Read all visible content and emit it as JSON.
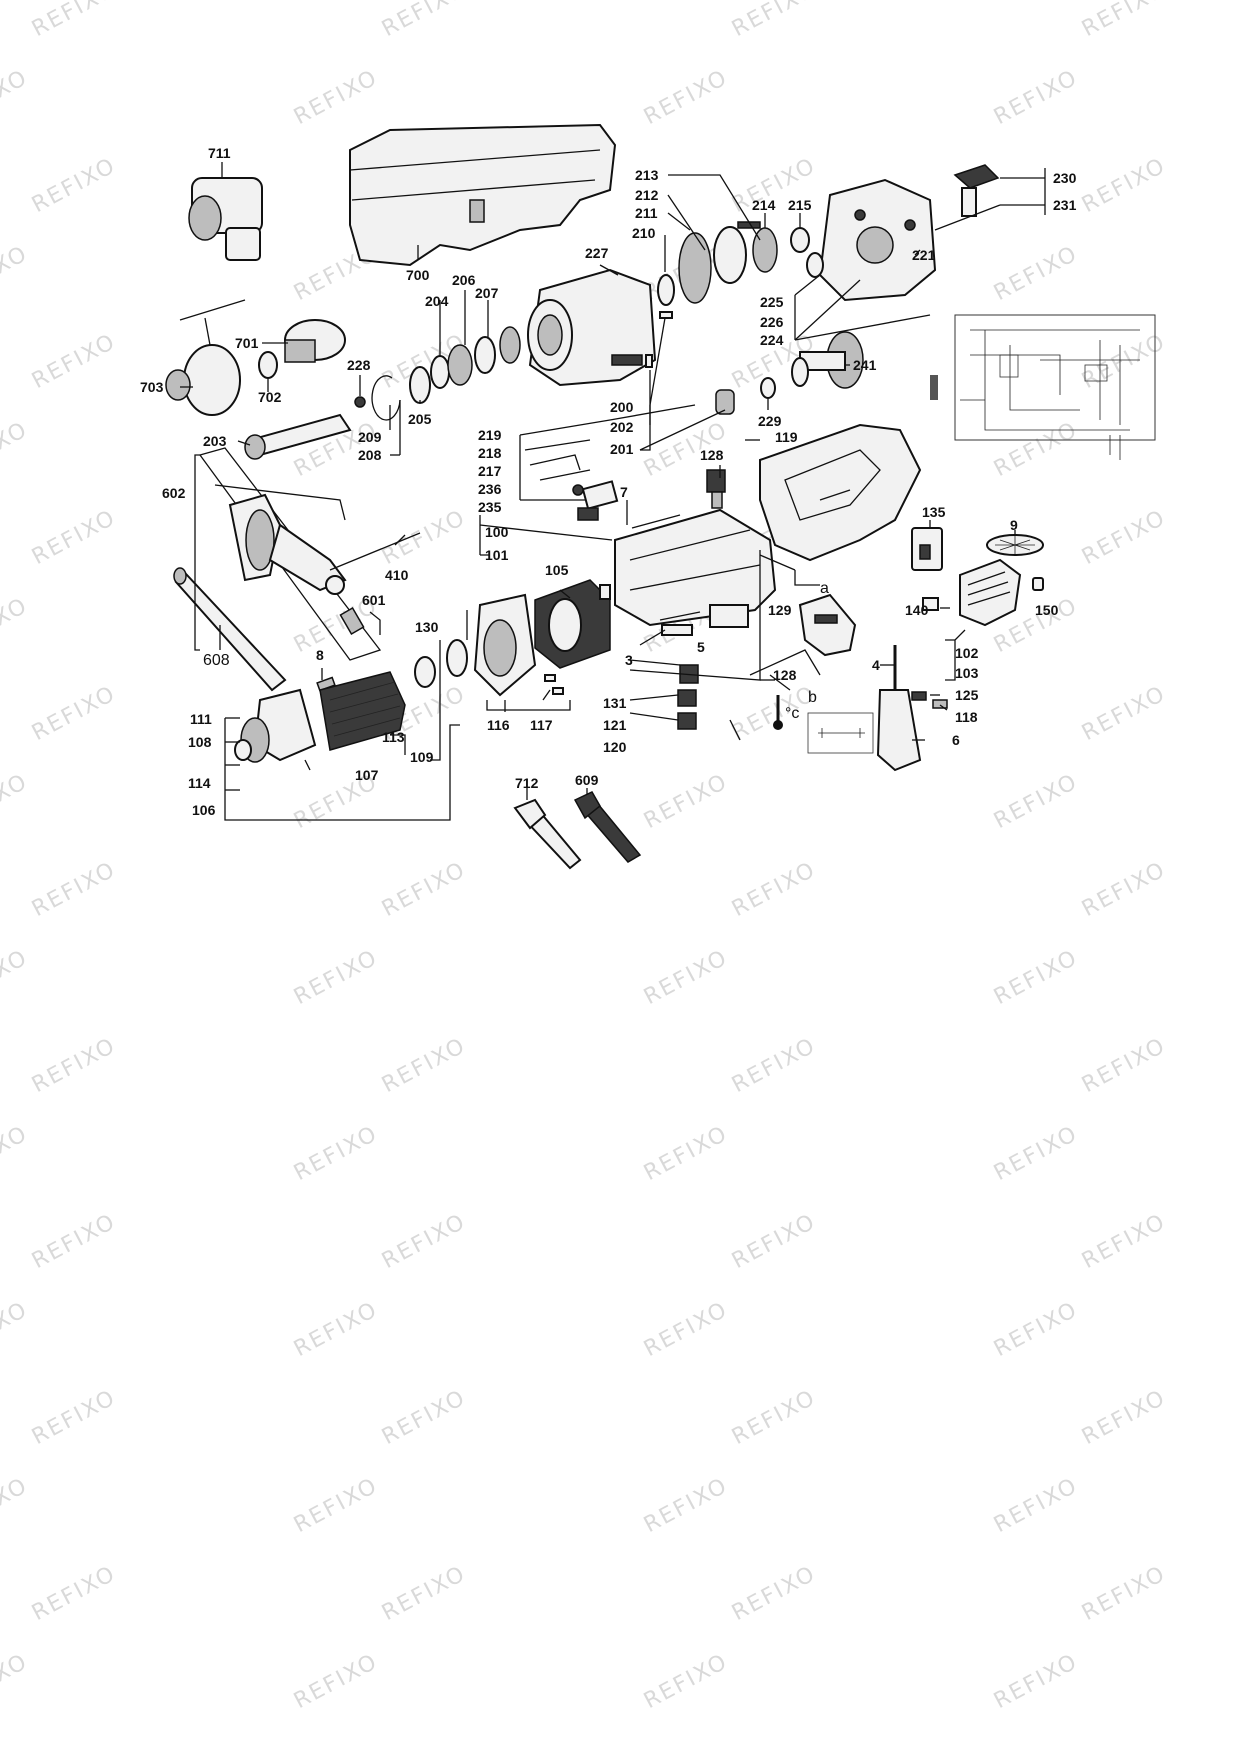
{
  "watermark_text": "REFIXO",
  "part_numbers": {
    "p711": "711",
    "p700": "700",
    "p701": "701",
    "p702": "702",
    "p703": "703",
    "p228": "228",
    "p209": "209",
    "p208": "208",
    "p205": "205",
    "p204": "204",
    "p206": "206",
    "p207": "207",
    "p227": "227",
    "p203": "203",
    "p213": "213",
    "p212": "212",
    "p211": "211",
    "p210": "210",
    "p214": "214",
    "p215": "215",
    "p230": "230",
    "p231": "231",
    "p221": "221",
    "p225": "225",
    "p226": "226",
    "p224": "224",
    "p241": "241",
    "p200": "200",
    "p202": "202",
    "p201": "201",
    "p229": "229",
    "p119": "119",
    "p219": "219",
    "p218": "218",
    "p217": "217",
    "p236": "236",
    "p235": "235",
    "p128a": "128",
    "p7": "7",
    "p135": "135",
    "p9": "9",
    "p602": "602",
    "p410": "410",
    "p601": "601",
    "p608": "608",
    "p100": "100",
    "p101": "101",
    "p105": "105",
    "pa": "a",
    "p140": "140",
    "p150": "150",
    "p129": "129",
    "p130": "130",
    "p3": "3",
    "p5": "5",
    "p128b": "128",
    "p8": "8",
    "p111": "111",
    "p108": "108",
    "p113": "113",
    "p114": "114",
    "p107": "107",
    "p109": "109",
    "p106": "106",
    "p116": "116",
    "p117": "117",
    "p131": "131",
    "p121": "121",
    "p120": "120",
    "pb": "b",
    "p4": "4",
    "p102": "102",
    "p103": "103",
    "p125": "125",
    "p118": "118",
    "p6": "6",
    "pc": "°c",
    "p712": "712",
    "p609": "609"
  }
}
